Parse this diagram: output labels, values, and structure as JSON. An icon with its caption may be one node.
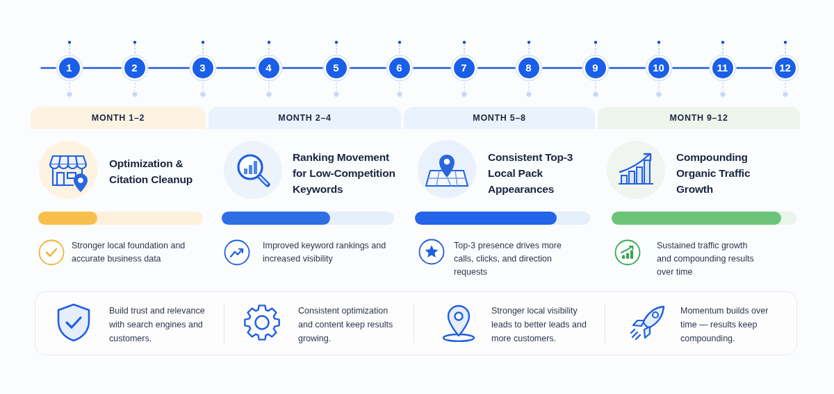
{
  "diagram": {
    "nodes": [
      {
        "text": [
          "1"
        ]
      },
      {
        "text": [
          "2"
        ]
      },
      {
        "text": [
          "3"
        ]
      },
      {
        "text": [
          "4"
        ]
      },
      {
        "text": [
          "5"
        ]
      },
      {
        "text": [
          "6"
        ]
      },
      {
        "text": [
          "7"
        ]
      },
      {
        "text": [
          "8"
        ]
      },
      {
        "text": [
          "9"
        ]
      },
      {
        "text": [
          "10"
        ]
      },
      {
        "text": [
          "11"
        ]
      },
      {
        "text": [
          "12"
        ]
      },
      {
        "text": [
          "MONTH 1–2"
        ]
      },
      {
        "text": [
          "MONTH 2–4"
        ]
      },
      {
        "text": [
          "MONTH 5–8"
        ]
      },
      {
        "text": [
          "MONTH 9–12"
        ]
      },
      {
        "text": [
          "Build trust and relevance with search engines and customers.",
          "Consistent optimization and content keep results growing.",
          "Stronger local visibility leads to better leads and more customers.",
          "Momentum builds over time — results keep compounding."
        ]
      }
    ],
    "edges": [
      {
        "from": null,
        "to": 0,
        "arrow": "none"
      },
      {
        "from": 0,
        "to": 1,
        "arrow": "none"
      },
      {
        "from": 1,
        "to": 2,
        "arrow": "none"
      },
      {
        "from": 2,
        "to": 3,
        "arrow": "none"
      },
      {
        "from": 3,
        "to": 4,
        "arrow": "none"
      },
      {
        "from": 4,
        "to": 5,
        "arrow": "none"
      },
      {
        "from": 5,
        "to": 6,
        "arrow": "none"
      },
      {
        "from": 6,
        "to": 7,
        "arrow": "none"
      },
      {
        "from": 7,
        "to": 8,
        "arrow": "none"
      },
      {
        "from": 8,
        "to": 9,
        "arrow": "none"
      },
      {
        "from": 9,
        "to": 10,
        "arrow": "none"
      },
      {
        "from": 10,
        "to": 11,
        "arrow": "none"
      }
    ],
    "labels": [
      "Optimization & Citation Cleanup",
      "Ranking Movement for Low-Competition Keywords",
      "Consistent Top-3 Local Pack Appearances",
      "Compounding Organic Traffic Growth",
      "Stronger local foundation and accurate business data",
      "Improved keyword rankings and increased visibility",
      "Top-3 presence drives more calls, clicks, and direction requests",
      "Sustained traffic growth and compounding results over time"
    ]
  }
}
